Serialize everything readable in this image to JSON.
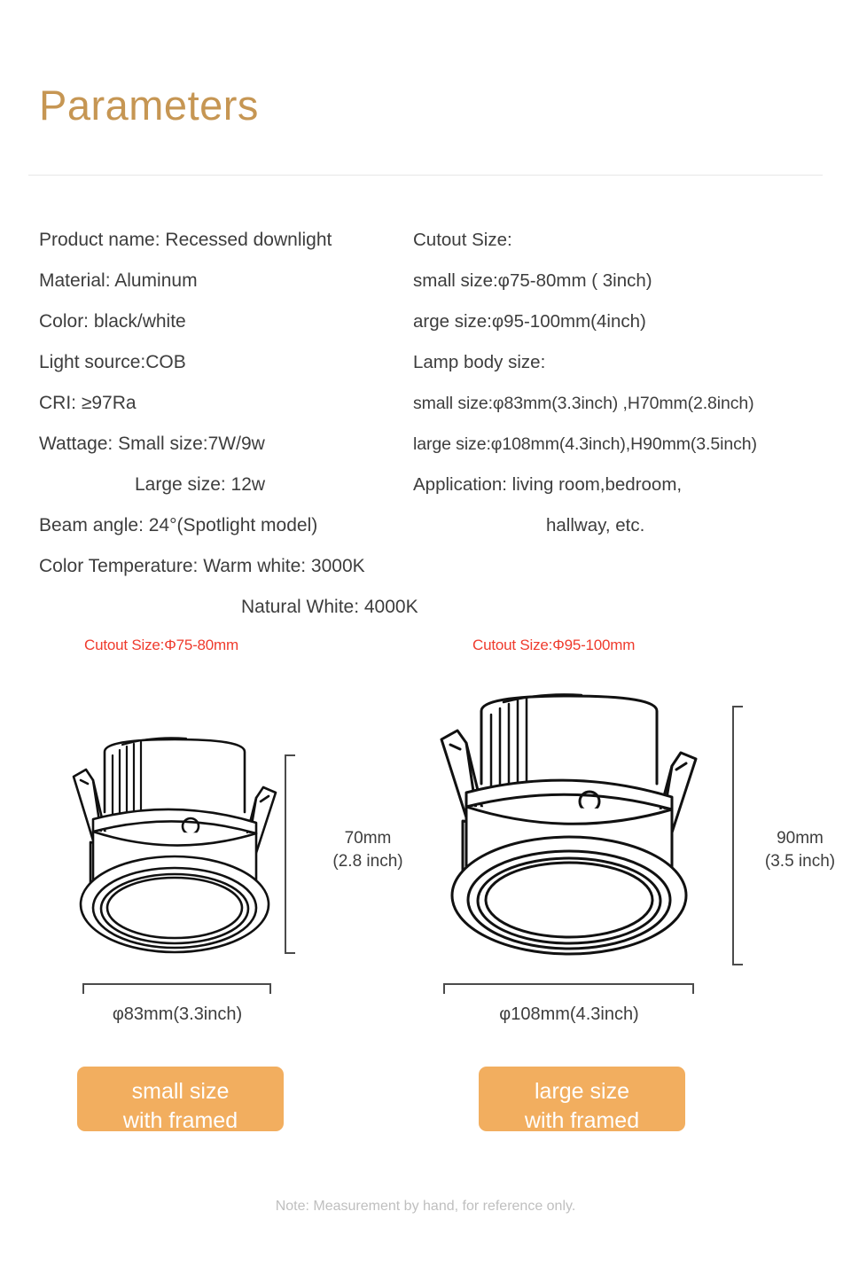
{
  "header": {
    "title": "Parameters",
    "title_color": "#c69653",
    "divider_color": "#e6e6e6"
  },
  "specs": {
    "left_column": [
      {
        "text": "Product name: Recessed downlight",
        "indent": 0
      },
      {
        "text": "Material: Aluminum",
        "indent": 0
      },
      {
        "text": "Color: black/white",
        "indent": 0
      },
      {
        "text": "Light source:COB",
        "indent": 0
      },
      {
        "text": "CRI: ≥97Ra",
        "indent": 0
      },
      {
        "text": "Wattage: Small size:7W/9w",
        "indent": 0
      },
      {
        "text": "Large size: 12w",
        "indent": 1
      },
      {
        "text": "Beam angle: 24°(Spotlight model)",
        "indent": 0
      },
      {
        "text": "Color Temperature: Warm white: 3000K",
        "indent": 0
      },
      {
        "text": "Natural White: 4000K",
        "indent": 2
      }
    ],
    "right_column": [
      {
        "text": "Cutout Size:",
        "indent": 0
      },
      {
        "text": "small size:φ75-80mm ( 3inch)",
        "indent": 0
      },
      {
        "text": "arge size:φ95-100mm(4inch)",
        "indent": 0
      },
      {
        "text": " Lamp body size:",
        "indent": 0
      },
      {
        "text": "small size:φ83mm(3.3inch) ,H70mm(2.8inch)",
        "indent": 0,
        "tight": true
      },
      {
        "text": "large size:φ108mm(4.3inch),H90mm(3.5inch)",
        "indent": 0,
        "tight": true
      },
      {
        "text": "Application: living room,bedroom,",
        "indent": 0
      },
      {
        "text": "hallway, etc.",
        "indent": 3
      }
    ]
  },
  "diagrams": {
    "cutout_color": "#ef3b2d",
    "small": {
      "cutout_label": "Cutout Size:Φ75-80mm",
      "height_label_line1": "70mm",
      "height_label_line2": "(2.8 inch)",
      "width_label": "φ83mm(3.3inch)",
      "badge_line1": "small size",
      "badge_line2": "with framed",
      "icon": "recessed-downlight-small"
    },
    "large": {
      "cutout_label": "Cutout Size:Φ95-100mm",
      "height_label_line1": "90mm",
      "height_label_line2": "(3.5 inch)",
      "width_label": "φ108mm(4.3inch)",
      "badge_line1": "large size",
      "badge_line2": "with framed",
      "icon": "recessed-downlight-large"
    },
    "badge_color": "#f2ae5f"
  },
  "footer": {
    "note": "Note: Measurement by hand, for reference only."
  }
}
